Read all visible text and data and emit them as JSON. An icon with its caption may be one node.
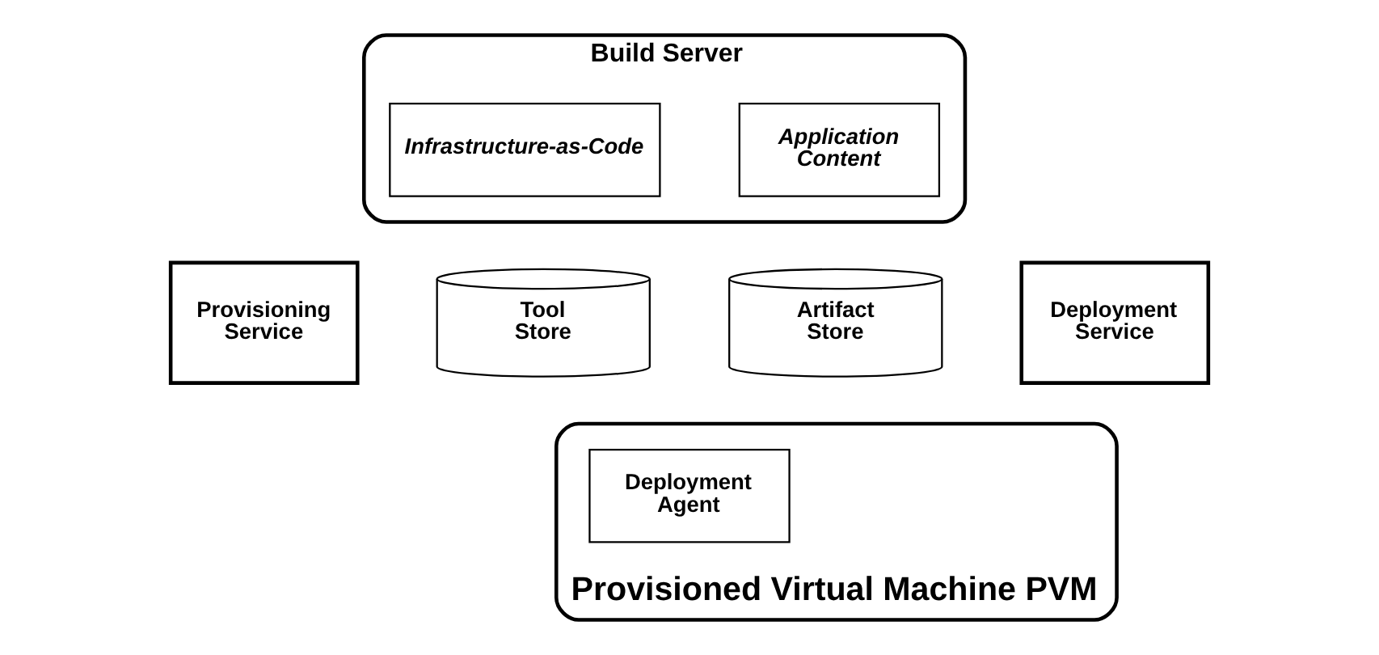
{
  "diagram": {
    "nodes": [
      {
        "text": [
          "Build Server"
        ]
      },
      {
        "text": [
          "Infrastructure-as-Code"
        ],
        "in": 0
      },
      {
        "text": [
          "Application Content"
        ],
        "in": 0
      },
      {
        "text": [
          "Provisioning Service"
        ]
      },
      {
        "text": [
          "Tool Store"
        ]
      },
      {
        "text": [
          "Artifact Store"
        ]
      },
      {
        "text": [
          "Deployment Service"
        ]
      },
      {
        "text": [
          "Provisioned Virtual Machine PVM"
        ]
      },
      {
        "text": [
          "Deployment Agent"
        ],
        "in": 7
      }
    ],
    "edges": []
  }
}
